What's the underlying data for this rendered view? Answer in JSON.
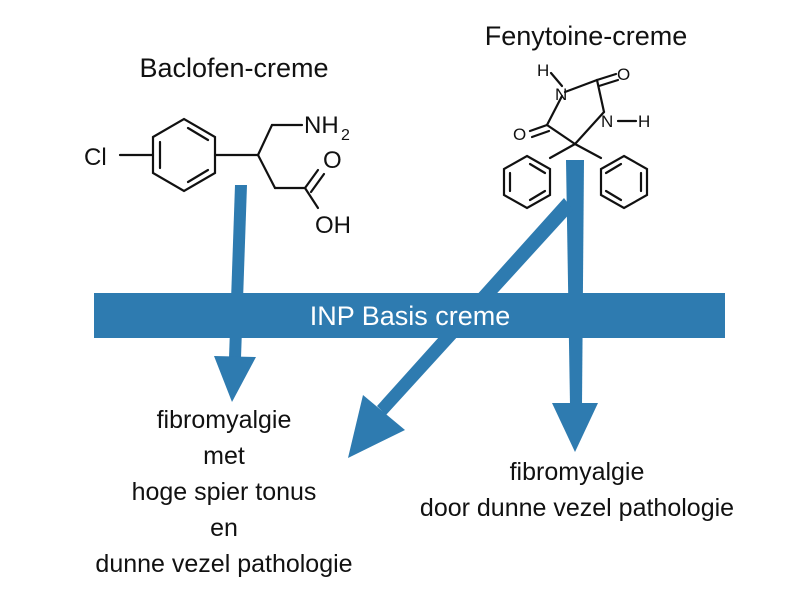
{
  "labels": {
    "baclofen_title": "Baclofen-creme",
    "fenytoine_title": "Fenytoine-creme",
    "band": "INP Basis creme"
  },
  "baclofen_atoms": {
    "cl": "Cl",
    "nh2_n": "NH",
    "nh2_sub": "2",
    "o": "O",
    "oh": "OH"
  },
  "fenytoine_atoms": {
    "h_top": "H",
    "n_left": "N",
    "o_right": "O",
    "n_right": "N",
    "h_right": "H",
    "o_left": "O"
  },
  "outcomes": {
    "left": [
      "fibromyalgie",
      "met",
      "hoge spier tonus",
      "en",
      "dunne vezel pathologie"
    ],
    "right": [
      "fibromyalgie",
      "door dunne vezel pathologie"
    ]
  },
  "colors": {
    "accent": "#2e7bb0",
    "text": "#111111",
    "band_text": "#ffffff"
  }
}
